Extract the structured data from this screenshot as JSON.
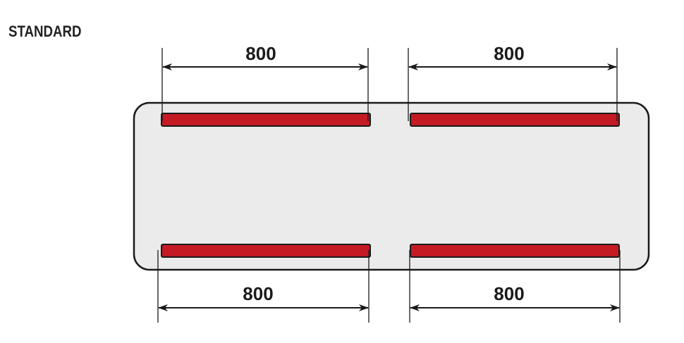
{
  "title": "STANDARD",
  "colors": {
    "bar": "#c41a24",
    "board": "#ebebeb",
    "outline": "#1a1a1a"
  },
  "dimensions": {
    "top_left": "800",
    "top_right": "800",
    "bottom_left": "800",
    "bottom_right": "800"
  }
}
